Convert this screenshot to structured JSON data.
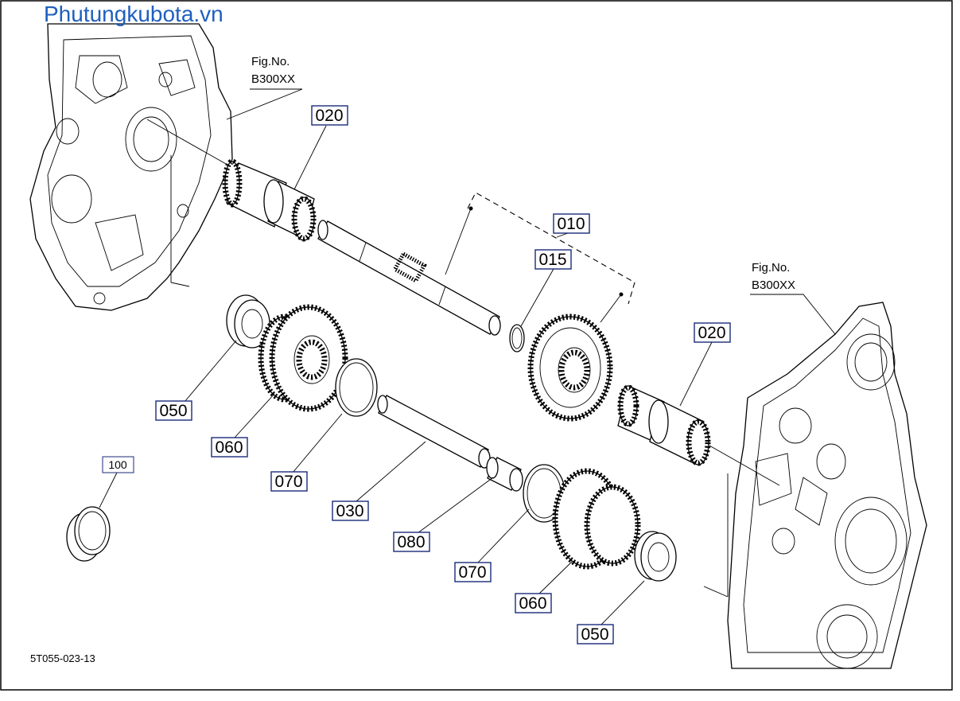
{
  "watermark": "Phutungkubota.vn",
  "diagram_code": "5T055-023-13",
  "figure_refs": [
    {
      "line1": "Fig.No.",
      "line2": "B300XX"
    },
    {
      "line1": "Fig.No.",
      "line2": "B300XX"
    }
  ],
  "callouts": {
    "c020a": "020",
    "c010": "010",
    "c015": "015",
    "c020b": "020",
    "c050a": "050",
    "c060a": "060",
    "c070a": "070",
    "c030": "030",
    "c080": "080",
    "c070b": "070",
    "c060b": "060",
    "c050b": "050",
    "c100": "100"
  },
  "colors": {
    "callout_border": "#1a2a7a",
    "watermark": "#1f5fbf",
    "line": "#000000"
  }
}
